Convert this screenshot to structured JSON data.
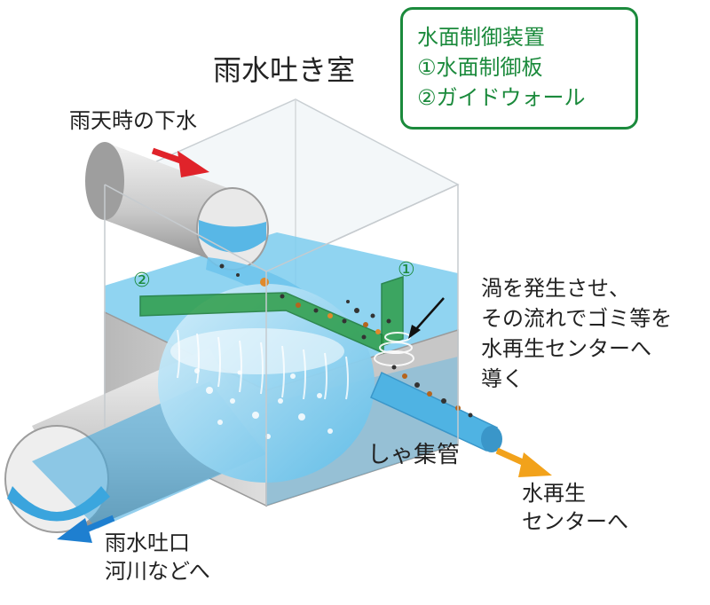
{
  "title": "雨水吐き室",
  "legend": {
    "heading": "水面制御装置",
    "item1": "①水面制御板",
    "item2": "②ガイドウォール"
  },
  "markers": {
    "m1": "①",
    "m2": "②"
  },
  "labels": {
    "inflow": "雨天時の下水",
    "vortex_line1": "渦を発生させ、",
    "vortex_line2": "その流れでゴミ等を",
    "vortex_line3": "水再生センターへ",
    "vortex_line4": "導く",
    "pipe": "しゃ集管",
    "treatment_line1": "水再生",
    "treatment_line2": "センターへ",
    "outlet_line1": "雨水吐口",
    "outlet_line2": "河川などへ"
  },
  "colors": {
    "green": "#1b8a3c",
    "water": "#4fb3e3",
    "red_arrow": "#e0232a",
    "blue_arrow": "#1e7fd0",
    "orange_arrow": "#f2a21b"
  }
}
